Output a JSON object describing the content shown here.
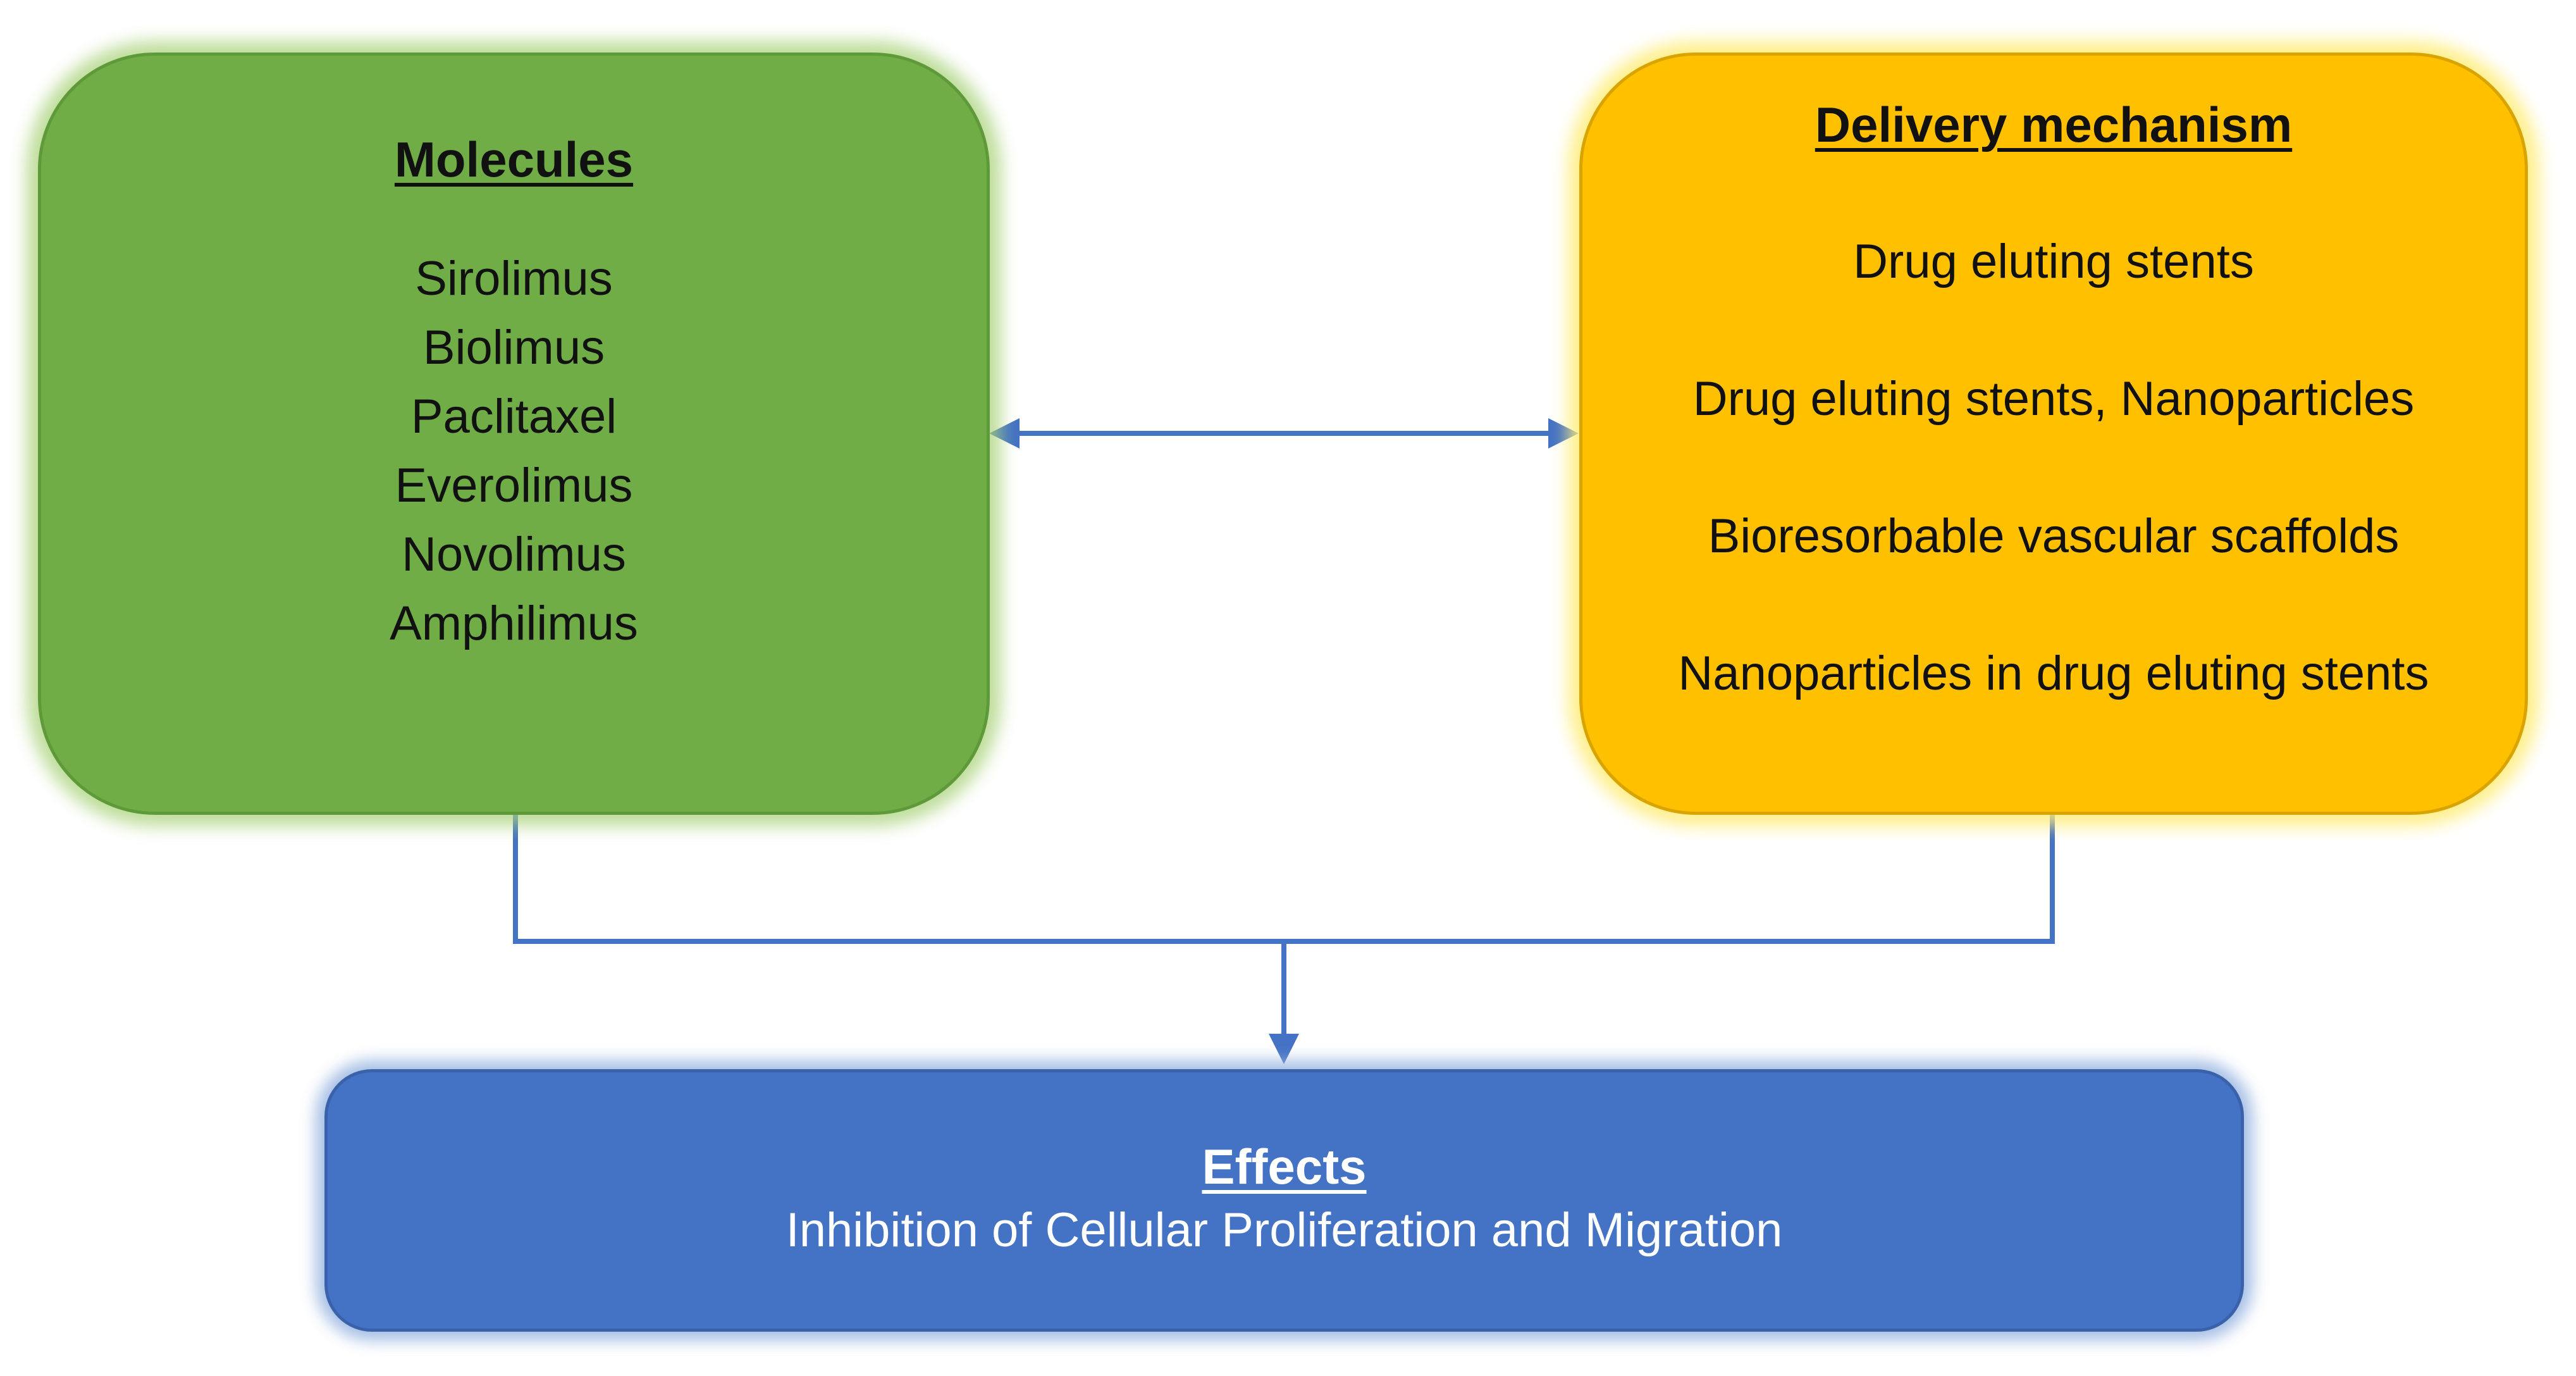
{
  "molecules": {
    "title": "Molecules",
    "items": [
      "Sirolimus",
      "Biolimus",
      "Paclitaxel",
      "Everolimus",
      "Novolimus",
      "Amphilimus"
    ],
    "color": "#70ad47"
  },
  "delivery": {
    "title": "Delivery mechanism",
    "items": [
      "Drug eluting stents",
      "Drug eluting stents, Nanoparticles",
      "Bioresorbable vascular scaffolds",
      "Nanoparticles in drug eluting stents"
    ],
    "color": "#ffc000"
  },
  "effects": {
    "title": "Effects",
    "text": "Inhibition of  Cellular Proliferation and Migration",
    "color": "#4472c4"
  },
  "connectors": {
    "color": "#4472c4"
  }
}
